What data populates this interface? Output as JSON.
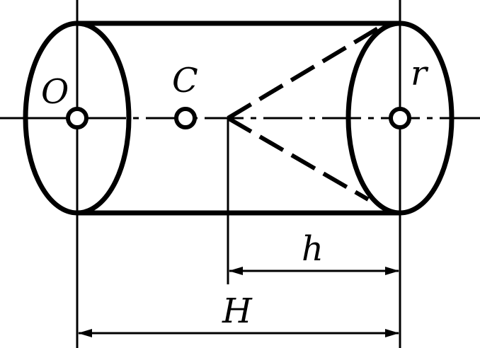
{
  "labels": {
    "O": "O",
    "C": "C",
    "r": "r",
    "h": "h",
    "H": "H"
  },
  "colors": {
    "stroke": "#000000",
    "background": "#ffffff"
  }
}
